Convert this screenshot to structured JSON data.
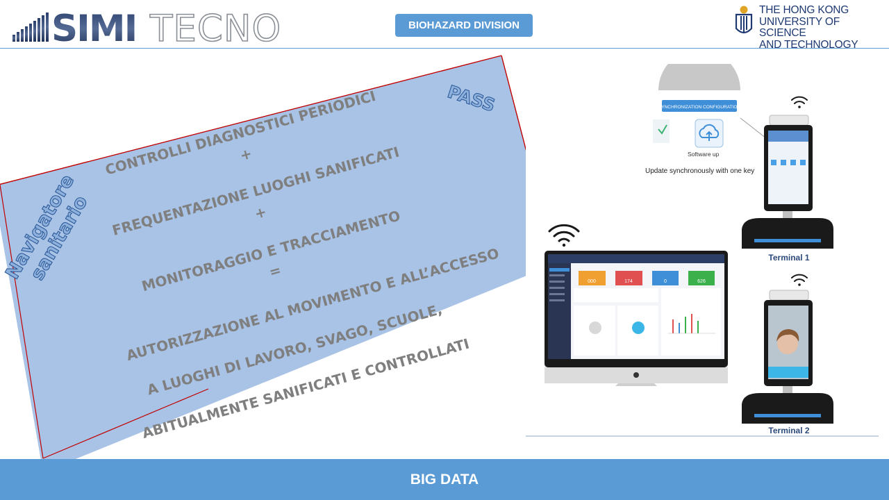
{
  "header": {
    "logo_left": "SIMI",
    "logo_right": "TECNO",
    "division": "BIOHAZARD DIVISION",
    "university_lines": [
      "THE HONG KONG",
      "UNIVERSITY OF SCIENCE",
      "AND TECHNOLOGY"
    ]
  },
  "panel": {
    "side_label_lines": [
      "Navigatore",
      "sanitario"
    ],
    "pass_label": "PASS",
    "lines": [
      "CONTROLLI DIAGNOSTICI PERIODICI",
      "+",
      "FREQUENTAZIONE LUOGHI SANIFICATI",
      "+",
      "MONITORAGGIO E TRACCIAMENTO",
      "=",
      "AUTORIZZAZIONE AL MOVIMENTO E ALL’ACCESSO",
      "A LUOGHI DI LAVORO, SVAGO, SCUOLE,",
      "ABITUALMENTE SANIFICATI E CONTROLLATI"
    ]
  },
  "illustration": {
    "sync_button": "SYNCHRONIZATION CONFIGURATION",
    "software_label": "Software up",
    "update_caption": "Update synchronously with one key",
    "terminal_1": "Terminal 1",
    "terminal_2": "Terminal 2",
    "stat_values": [
      "000",
      "174",
      "0",
      "626"
    ]
  },
  "footer": {
    "title": "BIG DATA"
  },
  "colors": {
    "accent": "#5b9bd5",
    "panel_fill": "#a9c3e6",
    "panel_border": "#c00000",
    "text_gray": "#7f7f7f",
    "hkust_navy": "#1f3a73"
  }
}
